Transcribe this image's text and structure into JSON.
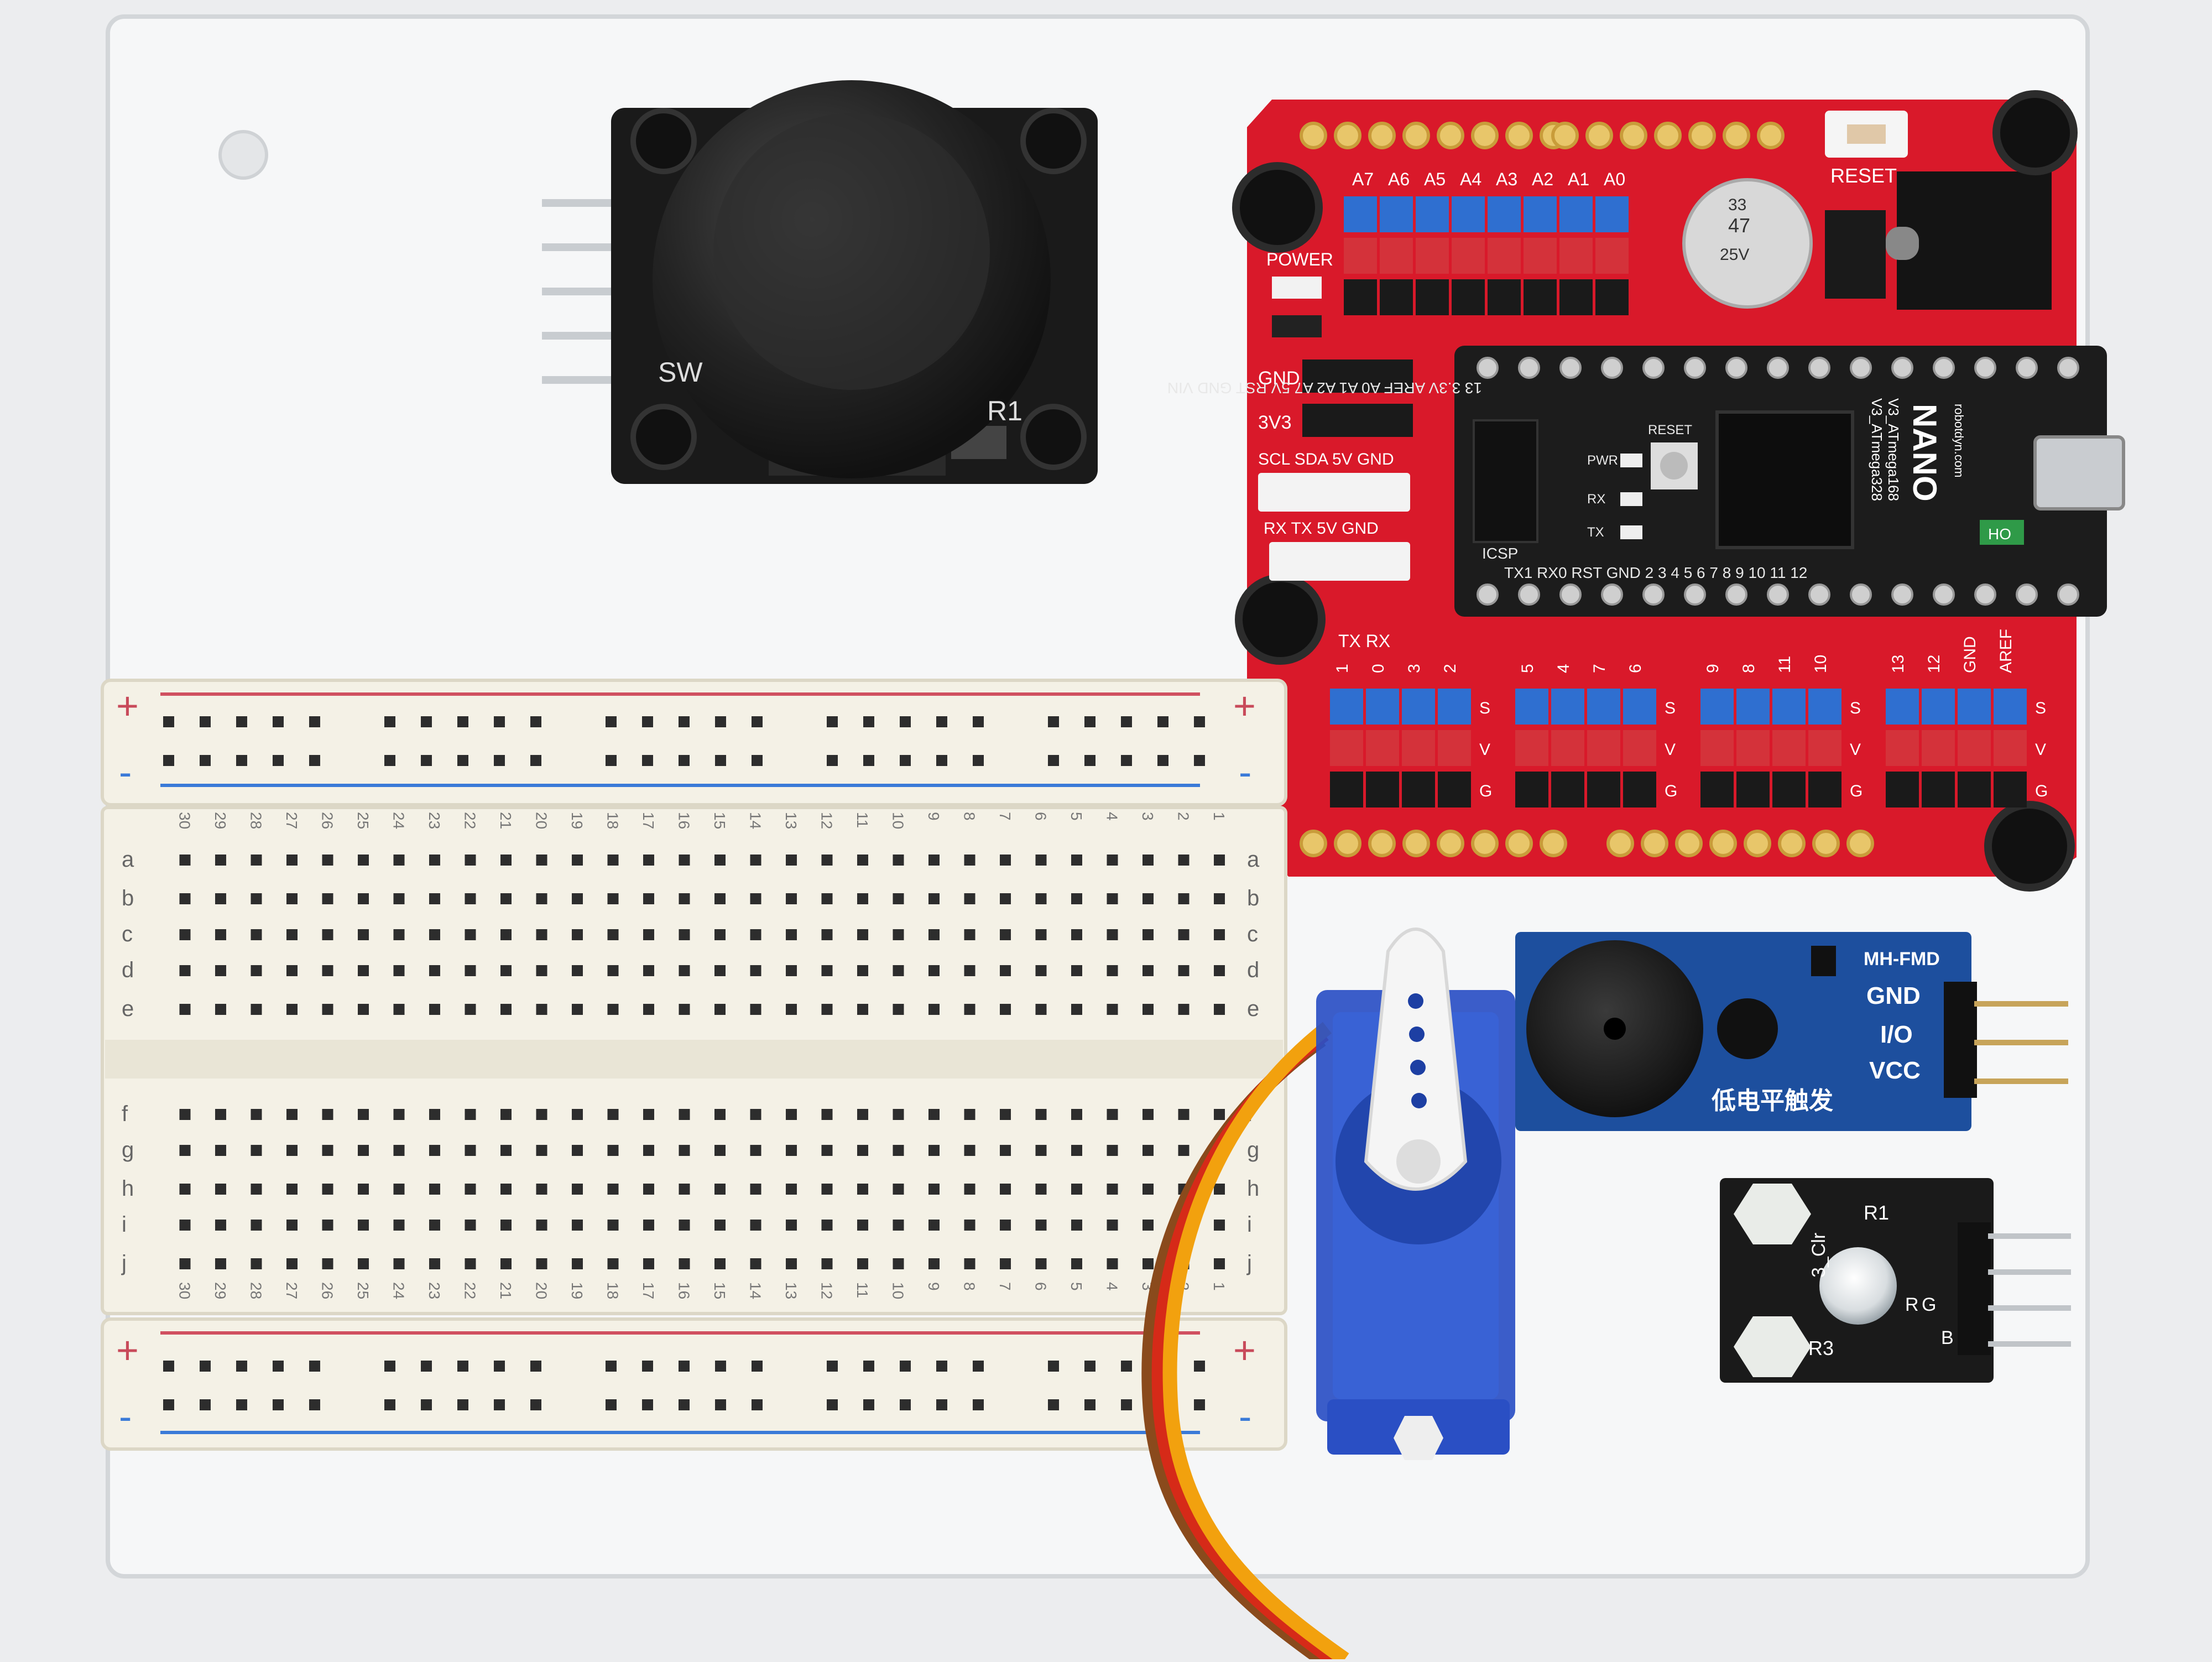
{
  "colors": {
    "background": "#ecedef",
    "acrylic": "#f6f7f8",
    "shield_red": "#d9192a",
    "nano_black": "#1c1c1c",
    "breadboard": "#f4f1e6",
    "header_blue": "#2f6fd0",
    "header_red": "#d4323a",
    "rail_red": "#d05060",
    "rail_blue": "#3a7ad8",
    "buzzer_board": "#1d4f9e",
    "servo_blue": "#2a4fc4",
    "wire_orange": "#f2a10e",
    "wire_red": "#d62a18",
    "wire_brown": "#8a4a1c"
  },
  "shield": {
    "top_analog": [
      "A0",
      "A1",
      "A2",
      "A3",
      "A4",
      "A5",
      "A6",
      "A7"
    ],
    "reset": "RESET",
    "power": "POWER",
    "gnd": "GND",
    "v33": "3V3",
    "i2c": "SCL SDA 5V GND",
    "uart": "RX TX 5V GND",
    "txrx": "TX RX",
    "digital_labels": [
      "1",
      "0",
      "3",
      "2",
      "5",
      "4",
      "7",
      "6",
      "9",
      "8",
      "11",
      "10",
      "13",
      "12",
      "GND",
      "AREF"
    ],
    "svg_letters": [
      "S",
      "V",
      "G"
    ],
    "cap": [
      "47",
      "25V",
      "33"
    ]
  },
  "nano": {
    "top_labels": "13 3.3V AREF A0 A1 A2 A7 5V RST GND VIN",
    "bottom_labels": "TX1 RX0 RST GND 2 3 4 5 6 7 8 9 10 11 12",
    "brand": "NANO",
    "chip1": "V3_ATmega328",
    "chip2": "V3_ATmega168",
    "url": "robotdyn.com",
    "icsp": "ICSP",
    "reset": "RESET",
    "pwr": "PWR",
    "rx": "RX",
    "tx": "TX",
    "ho": "HO"
  },
  "joystick": {
    "sw": "SW",
    "r1": "R1"
  },
  "breadboard": {
    "plus": "+",
    "minus": "-",
    "top_letters": [
      "a",
      "b",
      "c",
      "d",
      "e"
    ],
    "bottom_letters": [
      "f",
      "g",
      "h",
      "i",
      "j"
    ]
  },
  "buzzer": {
    "model": "MH-FMD",
    "gnd": "GND",
    "io": "I/O",
    "vcc": "VCC",
    "cn_label": "低电平触发"
  },
  "rgb": {
    "r1": "R1",
    "r3": "R3",
    "model": "3_Clr",
    "r": "R",
    "g": "G",
    "b": "B"
  }
}
